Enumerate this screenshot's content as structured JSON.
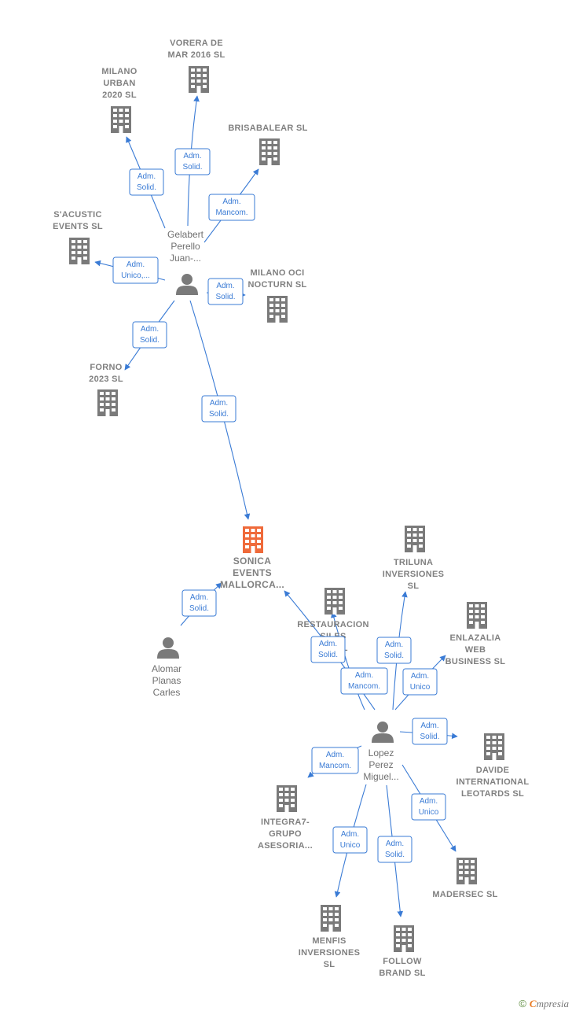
{
  "colors": {
    "edge": "#3a7bd5",
    "building": "#7a7a7a",
    "main_building": "#ef6a3a",
    "person": "#7a7a7a",
    "label_box_border": "#3a7bd5"
  },
  "companies": [
    {
      "id": "vorera",
      "lines": [
        "VORERA DE",
        "MAR 2016  SL"
      ]
    },
    {
      "id": "milano_urban",
      "lines": [
        "MILANO",
        "URBAN",
        "2020  SL"
      ]
    },
    {
      "id": "brisabalear",
      "lines": [
        "BRISABALEAR SL"
      ]
    },
    {
      "id": "sacustic",
      "lines": [
        "S'ACUSTIC",
        "EVENTS SL"
      ]
    },
    {
      "id": "milano_oci",
      "lines": [
        "MILANO OCI",
        "NOCTURN  SL"
      ]
    },
    {
      "id": "forno",
      "lines": [
        "FORNO",
        "2023  SL"
      ]
    },
    {
      "id": "sonica",
      "lines": [
        "SONICA",
        "EVENTS",
        "MALLORCA..."
      ],
      "main": true
    },
    {
      "id": "triluna",
      "lines": [
        "TRILUNA",
        "INVERSIONES",
        "SL"
      ]
    },
    {
      "id": "restauracion",
      "lines": [
        "RESTAURACION",
        "SILES",
        "M...  SL"
      ]
    },
    {
      "id": "enlazalia",
      "lines": [
        "ENLAZALIA",
        "WEB",
        "BUSINESS  SL"
      ]
    },
    {
      "id": "davide",
      "lines": [
        "DAVIDE",
        "INTERNATIONAL",
        "LEOTARDS  SL"
      ]
    },
    {
      "id": "integra7",
      "lines": [
        "INTEGRA7-",
        "GRUPO",
        "ASESORIA..."
      ]
    },
    {
      "id": "madersec",
      "lines": [
        "MADERSEC  SL"
      ]
    },
    {
      "id": "menfis",
      "lines": [
        "MENFIS",
        "INVERSIONES",
        "SL"
      ]
    },
    {
      "id": "follow",
      "lines": [
        "FOLLOW",
        "BRAND  SL"
      ]
    }
  ],
  "people": [
    {
      "id": "gelabert",
      "lines": [
        "Gelabert",
        "Perello",
        "Juan-..."
      ]
    },
    {
      "id": "alomar",
      "lines": [
        "Alomar",
        "Planas",
        "Carles"
      ]
    },
    {
      "id": "lopez",
      "lines": [
        "Lopez",
        "Perez",
        "Miguel..."
      ]
    }
  ],
  "relations": [
    {
      "from": "gelabert",
      "to": "vorera",
      "lines": [
        "Adm.",
        "Solid."
      ]
    },
    {
      "from": "gelabert",
      "to": "milano_urban",
      "lines": [
        "Adm.",
        "Solid."
      ]
    },
    {
      "from": "gelabert",
      "to": "brisabalear",
      "lines": [
        "Adm.",
        "Mancom."
      ]
    },
    {
      "from": "gelabert",
      "to": "sacustic",
      "lines": [
        "Adm.",
        "Unico,..."
      ]
    },
    {
      "from": "gelabert",
      "to": "milano_oci",
      "lines": [
        "Adm.",
        "Solid."
      ]
    },
    {
      "from": "gelabert",
      "to": "forno",
      "lines": [
        "Adm.",
        "Solid."
      ]
    },
    {
      "from": "gelabert",
      "to": "sonica",
      "lines": [
        "Adm.",
        "Solid."
      ]
    },
    {
      "from": "alomar",
      "to": "sonica",
      "lines": [
        "Adm.",
        "Solid."
      ]
    },
    {
      "from": "lopez",
      "to": "sonica",
      "lines": [
        "Adm.",
        "Solid."
      ]
    },
    {
      "from": "lopez",
      "to": "restauracion",
      "lines": [
        "Adm.",
        "Mancom."
      ]
    },
    {
      "from": "lopez",
      "to": "triluna",
      "lines": [
        "Adm.",
        "Solid."
      ]
    },
    {
      "from": "lopez",
      "to": "enlazalia",
      "lines": [
        "Adm.",
        "Unico"
      ]
    },
    {
      "from": "lopez",
      "to": "davide",
      "lines": [
        "Adm.",
        "Solid."
      ]
    },
    {
      "from": "lopez",
      "to": "integra7",
      "lines": [
        "Adm.",
        "Mancom."
      ]
    },
    {
      "from": "lopez",
      "to": "madersec",
      "lines": [
        "Adm.",
        "Unico"
      ]
    },
    {
      "from": "lopez",
      "to": "menfis",
      "lines": [
        "Adm.",
        "Unico"
      ]
    },
    {
      "from": "lopez",
      "to": "follow",
      "lines": [
        "Adm.",
        "Solid."
      ]
    }
  ],
  "brand": {
    "copyright": "©",
    "e": "C",
    "rest": "mpresia"
  }
}
